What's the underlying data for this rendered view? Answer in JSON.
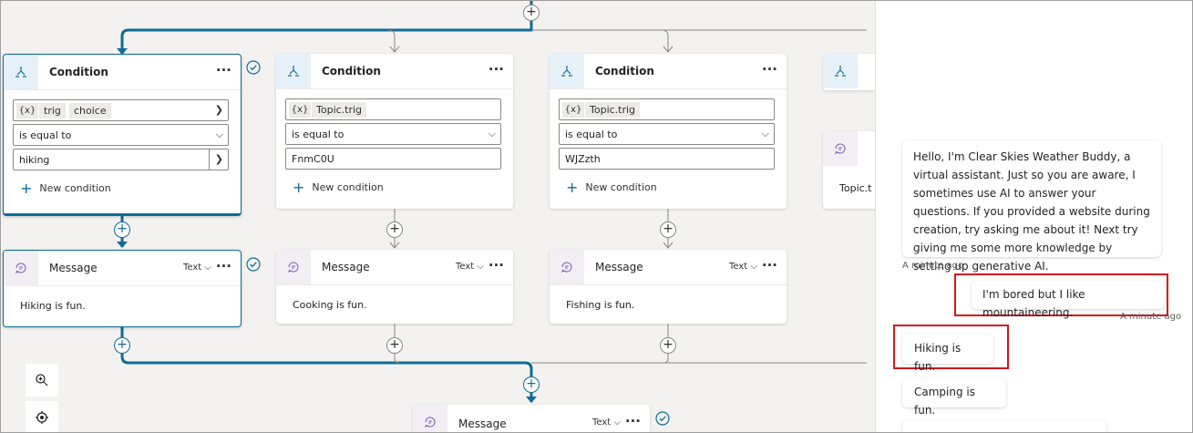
{
  "canvas": {
    "condition_nodes": [
      {
        "title": "Condition",
        "var_tokens": [
          "trig",
          "choice"
        ],
        "operator": "is equal to",
        "value": "hiking",
        "new_condition_label": "New condition"
      },
      {
        "title": "Condition",
        "var_tokens": [
          "Topic.trig"
        ],
        "operator": "is equal to",
        "value": "FnmC0U",
        "new_condition_label": "New condition"
      },
      {
        "title": "Condition",
        "var_tokens": [
          "Topic.trig"
        ],
        "operator": "is equal to",
        "value": "WJZzth",
        "new_condition_label": "New condition"
      }
    ],
    "message_nodes": [
      {
        "title": "Message",
        "type_label": "Text",
        "text": "Hiking is fun."
      },
      {
        "title": "Message",
        "type_label": "Text",
        "text": "Cooking is fun."
      },
      {
        "title": "Message",
        "type_label": "Text",
        "text": "Fishing is fun."
      }
    ],
    "bottom_message": {
      "title": "Message",
      "type_label": "Text"
    },
    "partial_node_text": "Topic.t",
    "var_icon_label": "{x}",
    "more_label": "···",
    "plus_label": "+",
    "accent_color": "#0f6c94"
  },
  "chat": {
    "messages": [
      {
        "from": "bot",
        "text": "Hello, I'm Clear Skies Weather Buddy, a virtual assistant. Just so you are aware, I sometimes use AI to answer your questions. If you provided a website during creation, try asking me about it! Next try giving me some more knowledge by setting up generative AI.",
        "time": "A minute ago"
      },
      {
        "from": "user",
        "text": "I'm bored but I like mountaineering.",
        "time": "A minute ago"
      },
      {
        "from": "bot",
        "text": "Hiking is fun."
      },
      {
        "from": "bot",
        "text": "Camping is fun."
      }
    ],
    "highlight_color": "#d1181b"
  }
}
